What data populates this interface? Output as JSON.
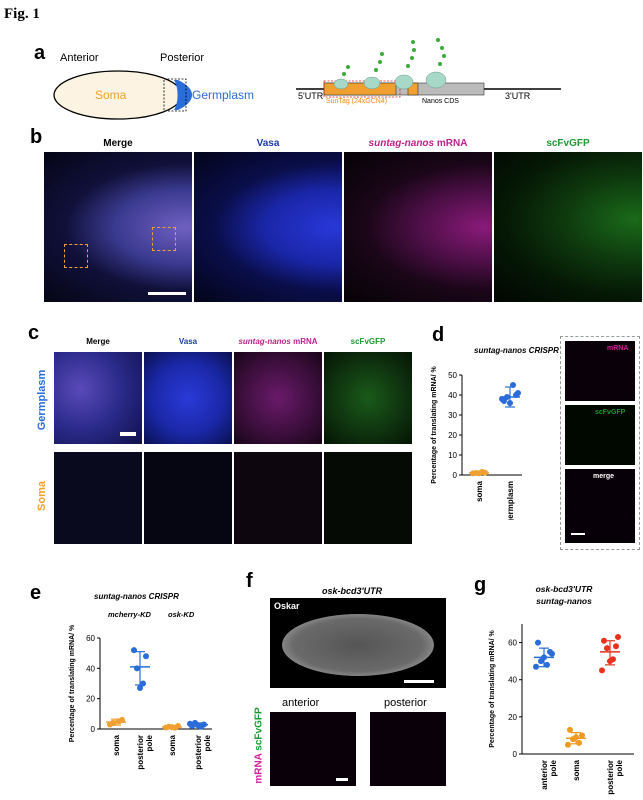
{
  "figure_label": "Fig. 1",
  "panel_labels": {
    "a": "a",
    "b": "b",
    "c": "c",
    "d": "d",
    "e": "e",
    "f": "f",
    "g": "g"
  },
  "panel_a": {
    "anterior": "Anterior",
    "posterior": "Posterior",
    "soma": "Soma",
    "germplasm": "Germplasm",
    "utr5": "5'UTR",
    "utr3": "3'UTR",
    "suntag": "SunTag (24xGCN4)",
    "cds": "Nanos CDS"
  },
  "panel_b": {
    "merge": "Merge",
    "vasa": "Vasa",
    "mrna_italic": "suntag-nanos",
    "mrna_suffix": " mRNA",
    "scfv": "scFvGFP"
  },
  "panel_c": {
    "merge": "Merge",
    "vasa": "Vasa",
    "mrna_italic": "suntag-nanos",
    "mrna_suffix": " mRNA",
    "scfv": "scFvGFP",
    "row1": "Germplasm",
    "row2": "Soma"
  },
  "panel_d": {
    "title": "suntag-nanos CRISPR",
    "ylabel": "Percentage of translating mRNA/ %",
    "inset_mrna": "mRNA",
    "inset_scfv": "scFvGFP",
    "inset_merge": "merge"
  },
  "panel_e": {
    "title": "suntag-nanos CRISPR",
    "group1": "mcherry-KD",
    "group2": "osk-KD",
    "ylabel": "Percentage of translating mRNA/ %",
    "xlabels": [
      "soma",
      "posterior pole",
      "soma",
      "posterior pole"
    ]
  },
  "panel_f": {
    "title": "osk-bcd3'UTR",
    "oskar": "Oskar",
    "anterior": "anterior",
    "posterior": "posterior",
    "side_mrna": "mRNA",
    "side_scfv": "scFvGFP"
  },
  "panel_g": {
    "title1": "osk-bcd3'UTR",
    "title2": "suntag-nanos",
    "ylabel": "Percentage of translating mRNA/ %"
  },
  "colors": {
    "soma": "#f0a030",
    "germplasm": "#2a6cd8",
    "magenta": "#d0209a",
    "green": "#1a9a30",
    "blue": "#1a3aa8",
    "red": "#e8321e",
    "orange": "#f09a20"
  },
  "chart_data": [
    {
      "type": "scatter",
      "title": "suntag-nanos CRISPR",
      "ylabel": "Percentage of translating mRNA/ %",
      "categories": [
        "soma",
        "germplasm"
      ],
      "ylim": [
        0,
        50
      ],
      "yticks": [
        0,
        10,
        20,
        30,
        40,
        50
      ],
      "series": [
        {
          "category": "soma",
          "values": [
            0.8,
            1.2,
            1.0,
            1.5,
            0.9
          ],
          "mean": 1.1,
          "err": [
            0.6,
            1.6
          ],
          "color": "#f0a030"
        },
        {
          "category": "germplasm",
          "values": [
            37,
            40,
            39,
            45,
            36,
            38,
            41
          ],
          "mean": 39,
          "err": [
            34,
            44
          ],
          "color": "#2a6cd8"
        }
      ]
    },
    {
      "type": "scatter",
      "title": "suntag-nanos CRISPR",
      "ylabel": "Percentage of translating mRNA/ %",
      "categories": [
        "soma",
        "posterior pole",
        "soma",
        "posterior pole"
      ],
      "groups": [
        "mcherry-KD",
        "osk-KD"
      ],
      "ylim": [
        0,
        60
      ],
      "yticks": [
        0,
        20,
        40,
        60
      ],
      "series": [
        {
          "category": "soma",
          "values": [
            3,
            6,
            4,
            5
          ],
          "mean": 4.5,
          "err": [
            2.5,
            6.5
          ],
          "color": "#f0a030"
        },
        {
          "category": "posterior pole",
          "values": [
            52,
            48,
            40,
            30,
            27
          ],
          "mean": 41,
          "err": [
            29,
            51
          ],
          "color": "#2a6cd8"
        },
        {
          "category": "soma",
          "values": [
            1,
            2,
            1.5,
            0.8,
            1.2
          ],
          "mean": 1.3,
          "err": [
            0.5,
            2.1
          ],
          "color": "#f0a030"
        },
        {
          "category": "posterior pole",
          "values": [
            2,
            3,
            4,
            1.5,
            2.5,
            3.5
          ],
          "mean": 2.8,
          "err": [
            1.5,
            4
          ],
          "color": "#2a6cd8"
        }
      ]
    },
    {
      "type": "scatter",
      "title": "osk-bcd3'UTR suntag-nanos",
      "ylabel": "Percentage of translating mRNA/ %",
      "categories": [
        "anterior pole",
        "soma",
        "posterior pole"
      ],
      "ylim": [
        0,
        70
      ],
      "yticks": [
        0,
        20,
        40,
        60
      ],
      "series": [
        {
          "category": "anterior pole",
          "values": [
            60,
            55,
            50,
            48,
            52,
            47,
            54
          ],
          "mean": 52,
          "err": [
            47,
            57
          ],
          "color": "#2a6cd8"
        },
        {
          "category": "soma",
          "values": [
            13,
            10,
            8,
            6,
            9,
            5
          ],
          "mean": 8.5,
          "err": [
            5.5,
            11.5
          ],
          "color": "#f09a20"
        },
        {
          "category": "posterior pole",
          "values": [
            61,
            58,
            57,
            51,
            50,
            45,
            63
          ],
          "mean": 55,
          "err": [
            48,
            61
          ],
          "color": "#e8321e"
        }
      ]
    }
  ]
}
